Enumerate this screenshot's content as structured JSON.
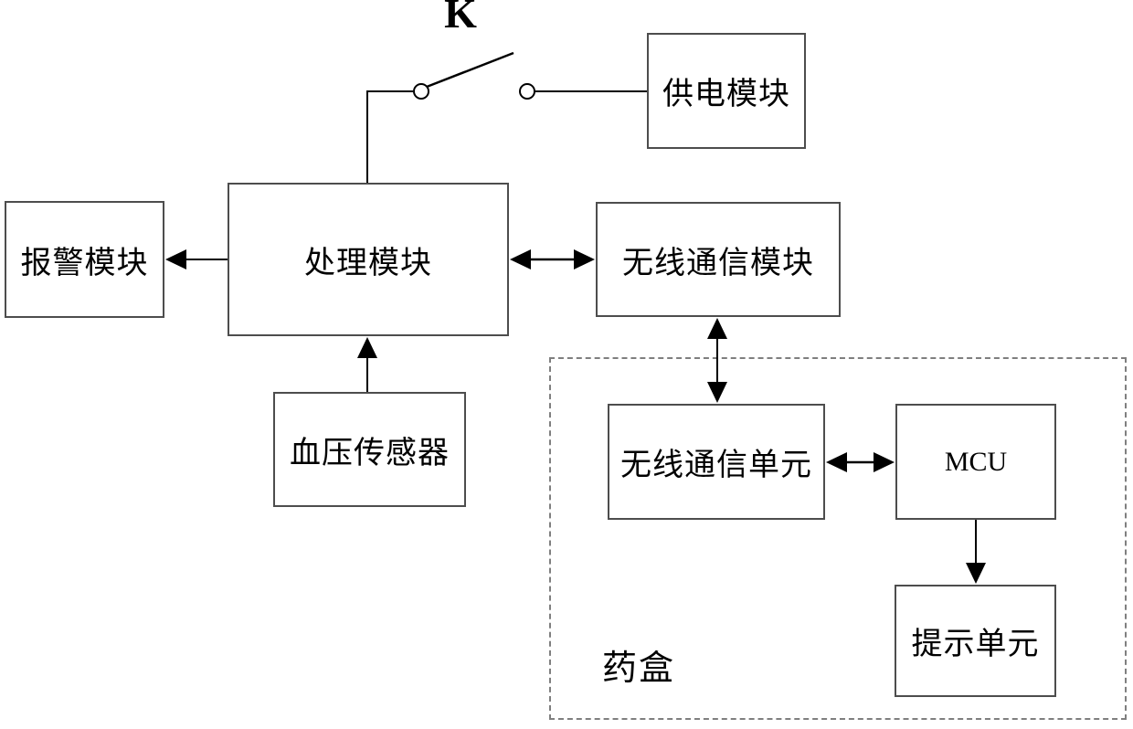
{
  "switch_label": "K",
  "group_label": "药盒",
  "nodes": {
    "power": "供电模块",
    "alarm": "报警模块",
    "processing": "处理模块",
    "wireless_module": "无线通信模块",
    "bp_sensor": "血压传感器",
    "wireless_unit": "无线通信单元",
    "mcu": "MCU",
    "prompt_unit": "提示单元"
  },
  "colors": {
    "line": "#000000",
    "box_border": "#4d4d4d",
    "dashed_border": "#7f7f7f",
    "background": "#ffffff",
    "text": "#000000"
  }
}
